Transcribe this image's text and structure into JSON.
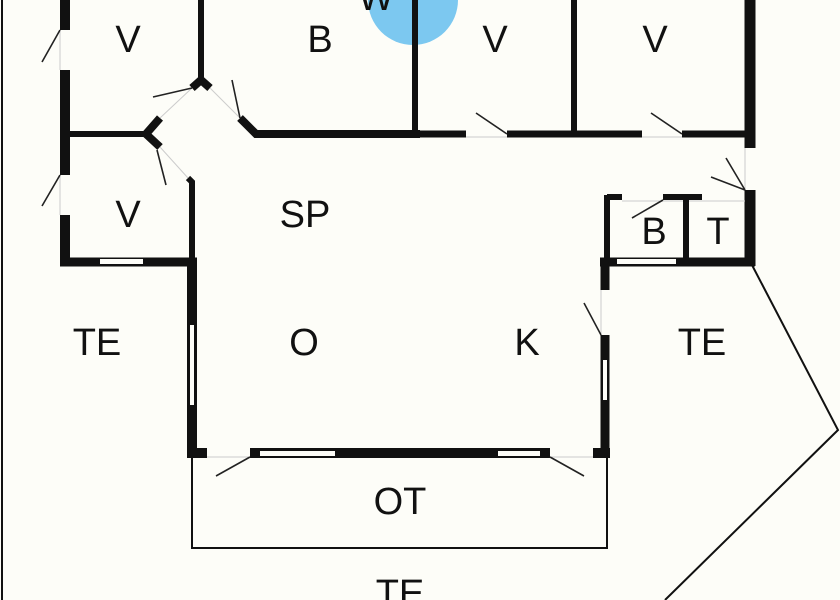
{
  "colors": {
    "background": "#fdfdf8",
    "wall": "#111111",
    "wet_area": "#7cc8f0"
  },
  "rooms": [
    {
      "label": "V"
    },
    {
      "label": "B"
    },
    {
      "label": "W"
    },
    {
      "label": "V"
    },
    {
      "label": "V"
    },
    {
      "label": "V"
    },
    {
      "label": "SP"
    },
    {
      "label": "B"
    },
    {
      "label": "T"
    },
    {
      "label": "TE"
    },
    {
      "label": "O"
    },
    {
      "label": "K"
    },
    {
      "label": "TE"
    },
    {
      "label": "OT"
    },
    {
      "label": "TE"
    }
  ]
}
